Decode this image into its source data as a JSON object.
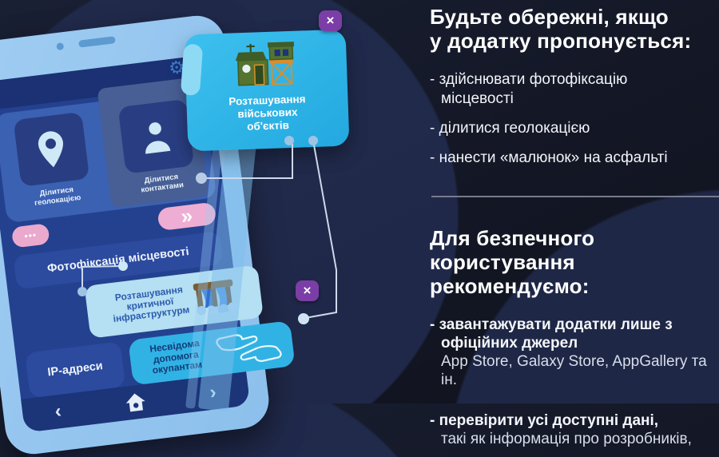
{
  "right_panel": {
    "warning_title": "Будьте обережні, якщо\nу додатку пропонується:",
    "warning_items": [
      "- здійснювати фотофіксацію\nмісцевості",
      "- ділитися геолокацією",
      "- нанести «малюнок» на асфальті"
    ],
    "recommend_title": "Для безпечного користування\nрекомендуємо:",
    "recommend_items": [
      {
        "bold": "- завантажувати додатки лише з\nофіційних джерел",
        "regular": "App Store, Galaxy Store, AppGallery та ін."
      },
      {
        "bold": "- перевірити усі доступні дані,",
        "regular": "такі як інформація про розробників,"
      }
    ]
  },
  "phone_screen": {
    "tiles": [
      {
        "icon": "location-pin-icon",
        "label": "Ділитися\nгеолокацією"
      },
      {
        "icon": "person-icon",
        "label": "Ділитися\nконтактами"
      }
    ],
    "more_button": "•••",
    "forward_button": "»",
    "gear_icon": "⚙",
    "photo_box_label": "Фотофіксація місцевості",
    "critical_box_label": "Розташування\nкритичної\nінфраструктурм",
    "ip_box_label": "IP-адреси",
    "help_box_label": "Несвідома\nдопомога\nокупантам",
    "nav_back": "‹",
    "nav_forward": "›"
  },
  "military_callout": {
    "label": "Розташування\nвійськових\nоб'єктів"
  },
  "ui": {
    "close_label": "×"
  },
  "colors": {
    "background": "#12151f",
    "phone_body": "#94c6ef",
    "screen_blue": "#24418f",
    "dark_tile": "#293e82",
    "accent_cyan": "#2db5e8",
    "pale_blue": "#b5dff2",
    "pink": "#eeadd2",
    "purple_close": "#7b3ea6",
    "text_white": "#ffffff",
    "dark_blue_text": "#2d5cae"
  }
}
